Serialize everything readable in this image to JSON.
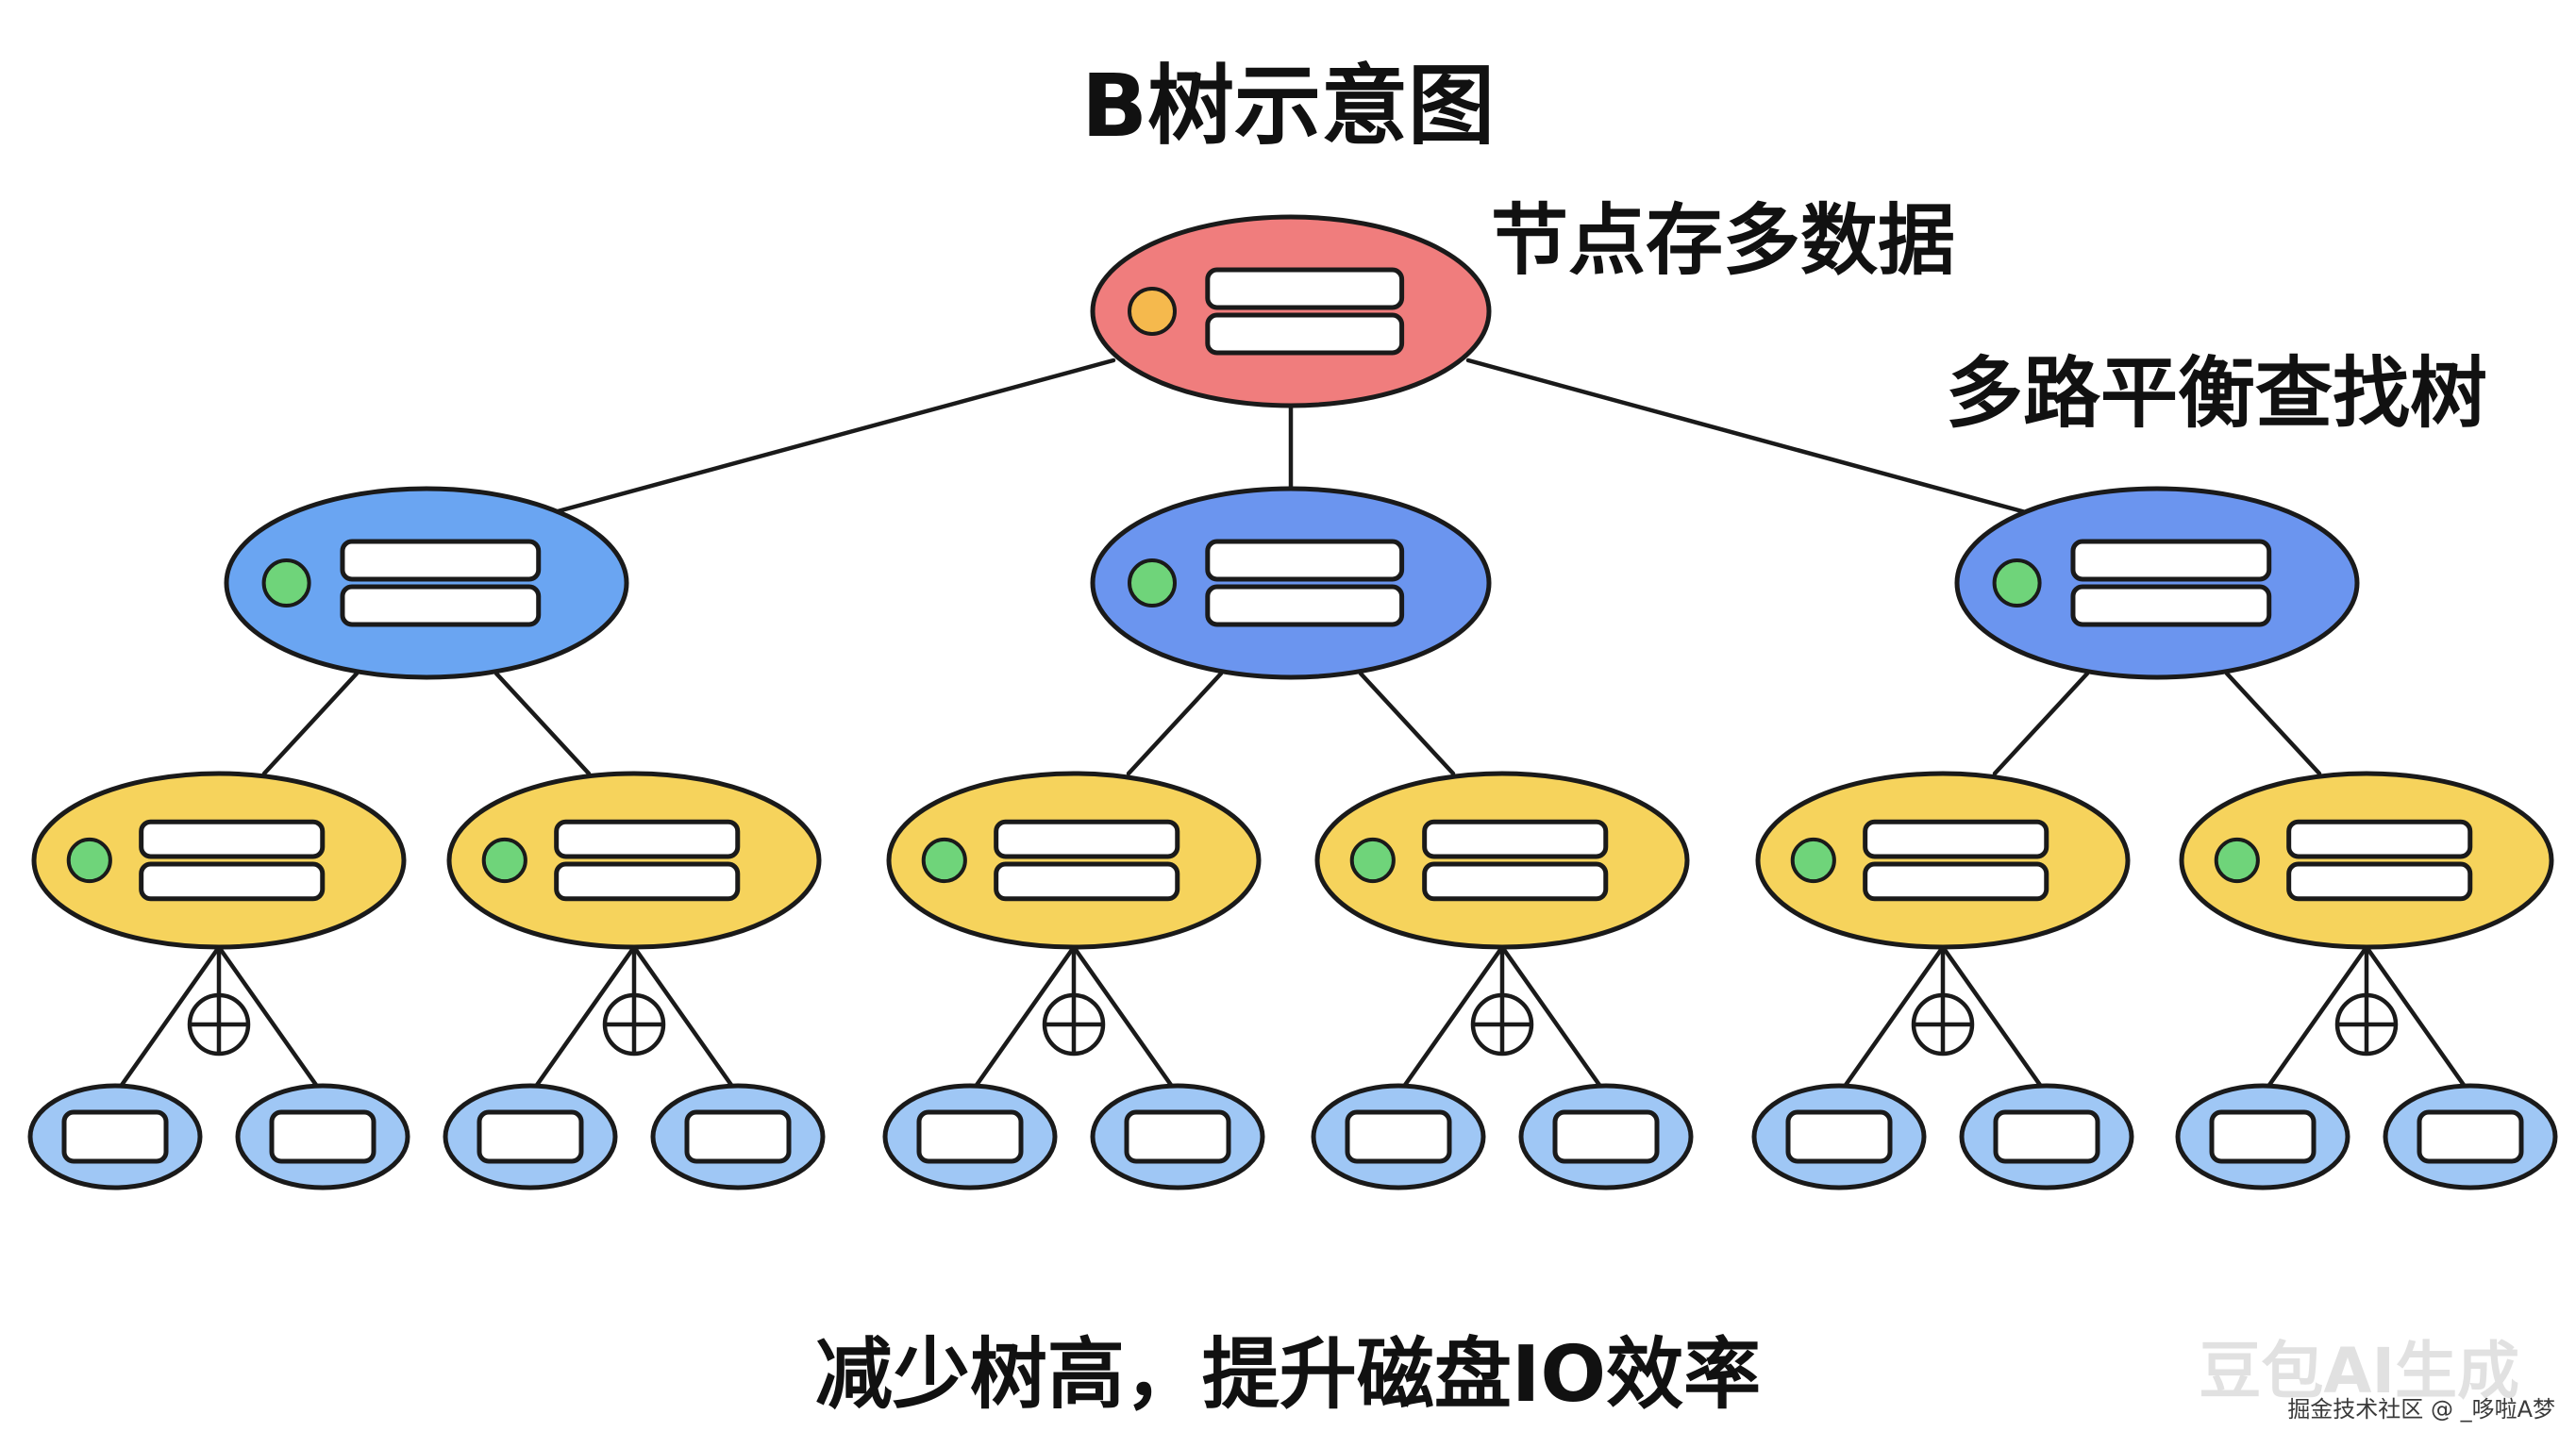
{
  "title": "B树示意图",
  "notes": {
    "node_data": "节点存多数据",
    "multiway": "多路平衡查找树"
  },
  "footer": "减少树高，提升磁盘IO效率",
  "watermark": "豆包AI生成",
  "credit": "掘金技术社区 @ _哆啦A梦",
  "colors": {
    "root_fill": "#f07d7d",
    "level2_fill": "#6aa5f2",
    "level2_fill_mid": "#6b95ef",
    "level3_fill": "#f6d35c",
    "leaf_fill": "#9fc7f5",
    "root_dot": "#f5b94d",
    "dot": "#6fd47a",
    "outline": "#1a1a1a"
  },
  "tree": {
    "root": {
      "kind": "root",
      "children": [
        {
          "kind": "level2",
          "children": [
            {
              "kind": "level3",
              "leaves": 2
            },
            {
              "kind": "level3",
              "leaves": 2
            }
          ]
        },
        {
          "kind": "level2",
          "children": [
            {
              "kind": "level3",
              "leaves": 2
            },
            {
              "kind": "level3",
              "leaves": 2
            }
          ]
        },
        {
          "kind": "level2",
          "children": [
            {
              "kind": "level3",
              "leaves": 2
            },
            {
              "kind": "level3",
              "leaves": 2
            }
          ]
        }
      ]
    }
  }
}
